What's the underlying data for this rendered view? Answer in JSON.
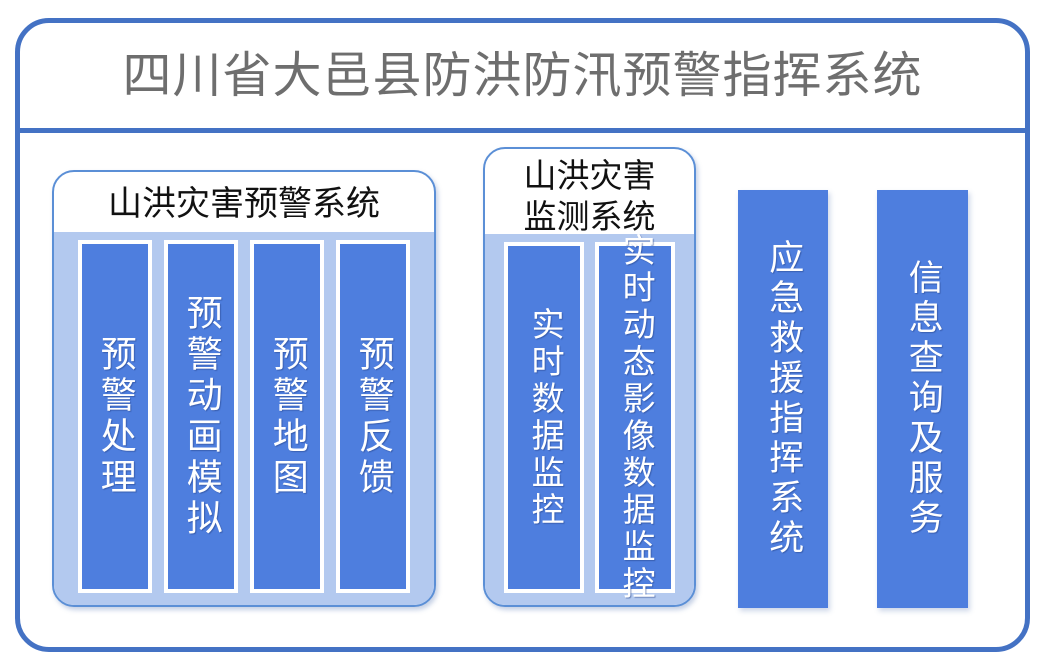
{
  "page": {
    "title": "四川省大邑县防洪防汛预警指挥系统",
    "accent_color": "#4472C4",
    "pillar_color": "#4E7EDE",
    "panel_tint_color": "#B3C9EF",
    "title_color": "#6E6E6E"
  },
  "groups": [
    {
      "id": "warning",
      "header": "山洪灾害预警系统",
      "columns": [
        {
          "label": "预警处理"
        },
        {
          "label": "预警动画模拟"
        },
        {
          "label": "预警地图"
        },
        {
          "label": "预警反馈"
        }
      ]
    },
    {
      "id": "monitor",
      "header_line1": "山洪灾害",
      "header_line2": "监测系统",
      "columns": [
        {
          "label": "实时数据监控"
        },
        {
          "label": "实时动态影像数据监控"
        }
      ]
    }
  ],
  "standalone": [
    {
      "id": "emergency",
      "label": "应急救援指挥系统"
    },
    {
      "id": "info",
      "label": "信息查询及服务"
    }
  ]
}
